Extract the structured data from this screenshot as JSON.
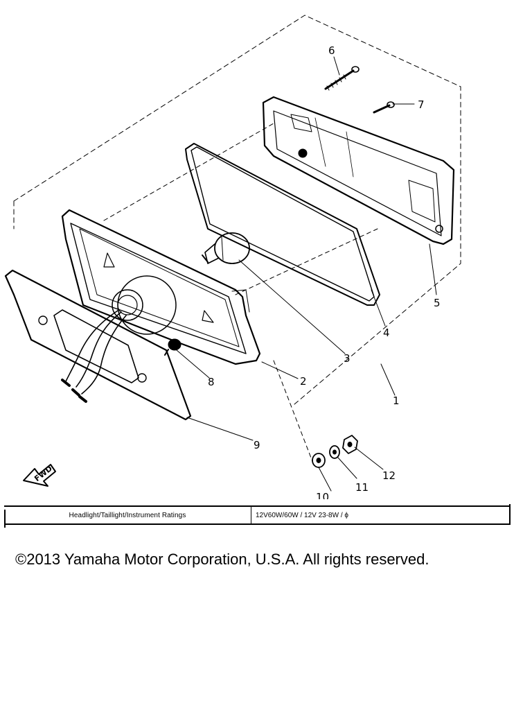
{
  "callouts": {
    "c1": "1",
    "c2": "2",
    "c3": "3",
    "c4": "4",
    "c5": "5",
    "c6": "6",
    "c7": "7",
    "c8": "8",
    "c9": "9",
    "c10": "10",
    "c11": "11",
    "c12": "12"
  },
  "fwd_label": "FWD",
  "ratings": {
    "label": "Headlight/Taillight/Instrument Ratings",
    "value": "12V60W/60W / 12V 23-8W / ϕ"
  },
  "copyright": "©2013 Yamaha Motor Corporation, U.S.A. All rights reserved."
}
